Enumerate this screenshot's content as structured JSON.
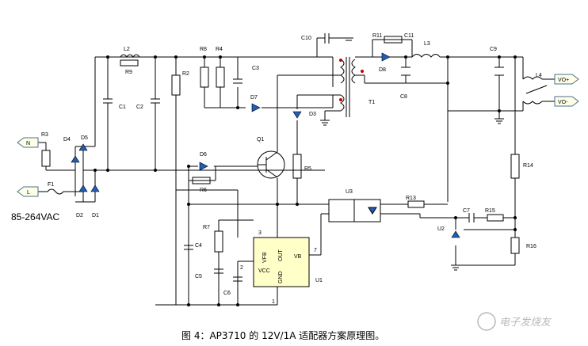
{
  "caption": "图 4：AP3710 的 12V/1A 适配器方案原理图。",
  "input_label": "85-264VAC",
  "watermark": "电子发烧友",
  "terminals": {
    "neutral": "N",
    "line": "L",
    "vo_plus": "VO+",
    "vo_minus": "VO-"
  },
  "ic": {
    "name": "U1",
    "pins": {
      "vfb": "VFB",
      "out": "OUT",
      "vcc": "VCC",
      "gnd": "GND",
      "vb": "VB"
    },
    "pin_numbers": {
      "p1": "1",
      "p2": "2",
      "p3": "3",
      "p7": "7"
    }
  },
  "labels": {
    "R2": "R2",
    "R3": "R3",
    "R4": "R4",
    "R5": "R5",
    "R6": "R6",
    "R7": "R7",
    "R8": "R8",
    "R9": "R9",
    "R11": "R11",
    "R13": "R13",
    "R14": "R14",
    "R15": "R15",
    "R16": "R16",
    "C1": "C1",
    "C2": "C2",
    "C3": "C3",
    "C4": "C4",
    "C5": "C5",
    "C6": "C6",
    "C7": "C7",
    "C8": "C8",
    "C9": "C9",
    "C10": "C10",
    "C11": "C11",
    "D1": "D1",
    "D2": "D2",
    "D3": "D3",
    "D4": "D4",
    "D5": "D5",
    "D6": "D6",
    "D7": "D7",
    "D8": "D8",
    "L2": "L2",
    "L3": "L3",
    "L4": "L4",
    "F1": "F1",
    "Q1": "Q1",
    "T1": "T1",
    "U2": "U2",
    "U3": "U3"
  }
}
